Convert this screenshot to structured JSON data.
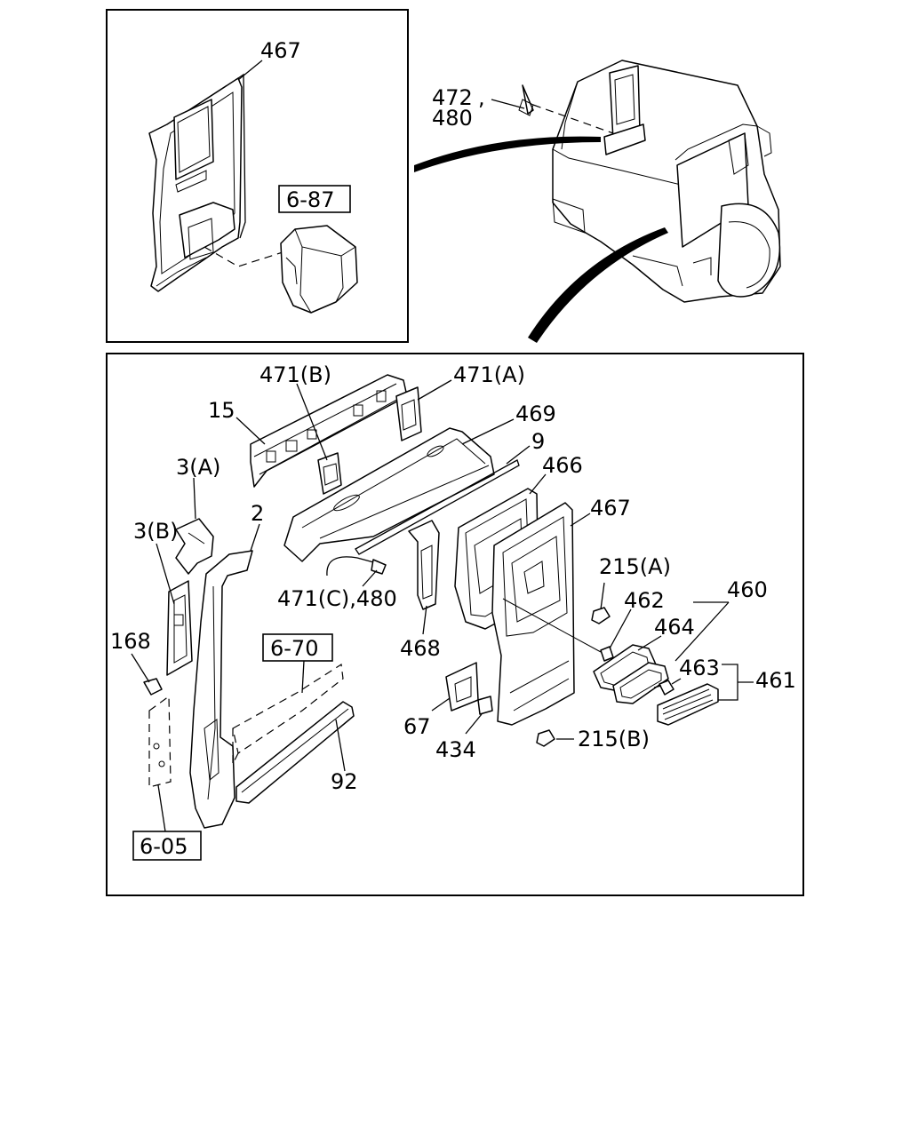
{
  "labels": {
    "inset_panel": "467",
    "inset_ref": "6-87",
    "bolt_pair_top": "472",
    "bolt_pair_bottom": "480",
    "bolt_pair_comma": ",",
    "rail_15": "15",
    "bracket_471b": "471(B)",
    "bracket_471a": "471(A)",
    "crossmember_469": "469",
    "strip_9": "9",
    "pillar_3a": "3(A)",
    "pillar_3b": "3(B)",
    "pillar_2": "2",
    "panel_466": "466",
    "panel_467": "467",
    "clip_471c": "471(C),480",
    "nut_215a": "215(A)",
    "grommet_462": "462",
    "lamp_460": "460",
    "gasket_464": "464",
    "screw_463": "463",
    "lens_461": "461",
    "bolt_168": "168",
    "ref_670": "6-70",
    "member_468": "468",
    "bracket_67": "67",
    "clip_434": "434",
    "nut_215b": "215(B)",
    "sill_92": "92",
    "ref_605": "6-05"
  }
}
